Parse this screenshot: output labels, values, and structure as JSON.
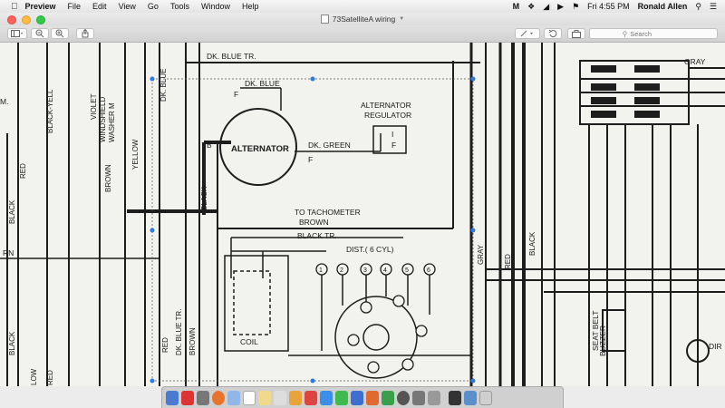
{
  "menubar": {
    "apple_icon": "apple-logo-icon",
    "app_name": "Preview",
    "items": [
      "File",
      "Edit",
      "View",
      "Go",
      "Tools",
      "Window",
      "Help"
    ],
    "clock": "Fri 4:55 PM",
    "user": "Ronald Allen",
    "status_icons": [
      "malwarebytes-icon",
      "dropbox-icon",
      "wifi-icon",
      "volume-icon",
      "flag-icon",
      "search-icon",
      "list-icon"
    ]
  },
  "window": {
    "title": "73SatelliteA wiring"
  },
  "toolbar": {
    "search_placeholder": "Search"
  },
  "diagram": {
    "labels": {
      "dk_blue_tr_top": "DK. BLUE TR.",
      "dk_blue": "DK. BLUE",
      "dk_blue_vert": "DK. BLUE",
      "alternator": "ALTERNATOR",
      "alt_b": "B",
      "alt_f_top": "F",
      "alt_f_bottom": "F",
      "dk_green": "DK. GREEN",
      "alt_reg_1": "ALTERNATOR",
      "alt_reg_2": "REGULATOR",
      "reg_i": "I",
      "reg_f": "F",
      "to_tachometer": "TO TACHOMETER",
      "brown": "BROWN",
      "black_tr": "BLACK TR.",
      "dist": "DIST.( 6 CYL)",
      "coil": "COIL",
      "gray_left": "GRAY",
      "gray_right": "GRAY",
      "red_right": "RED",
      "black_right": "BLACK",
      "seat_belt": "SEAT BELT",
      "buzzer": "BUZZER",
      "dir": "DIR",
      "violet": "VIOLET",
      "windshield": "WINDSHIELD",
      "washer": "WASHER M",
      "brown_left": "BROWN",
      "yellow": "YELLOW",
      "black_yell": "BLACK-YELL",
      "red_left": "RED",
      "black_left1": "BLACK",
      "black_left2": "BLACK",
      "red_tr": "RED",
      "dk_blue_tr_vert": "DK. BLUE TR.",
      "brown_vert": "BROWN",
      "black_vert": "BLACK",
      "low": "LOW",
      "red_left2": "RED",
      "rn": "RN",
      "m": "M.",
      "num_1": "1",
      "num_2": "2",
      "num_3": "3",
      "num_4": "4",
      "num_5": "5",
      "num_6": "6"
    }
  }
}
